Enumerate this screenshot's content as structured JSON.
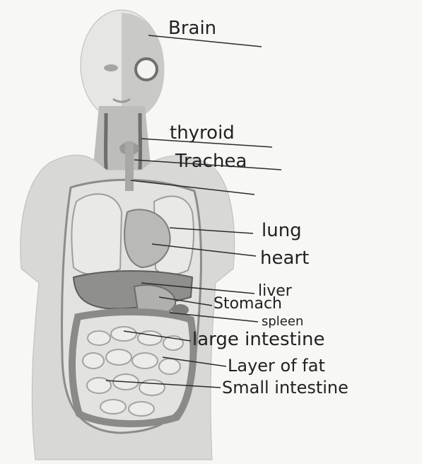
{
  "labels": {
    "brain": "Brain",
    "thyroid": "thyroid",
    "trachea": "Trachea",
    "lung": "lung",
    "heart": "heart",
    "liver": "liver",
    "stomach": "Stomach",
    "spleen": "spleen",
    "large_intestine": "large intestine",
    "layer_of_fat": "Layer of fat",
    "small_intestine": "Small intestine"
  },
  "colors": {
    "background": "#f7f7f5",
    "ink": "#222222",
    "torso": "#d8d8d6",
    "organ_dark": "#8f8f8d",
    "organ_mid": "#b7b7b5"
  }
}
